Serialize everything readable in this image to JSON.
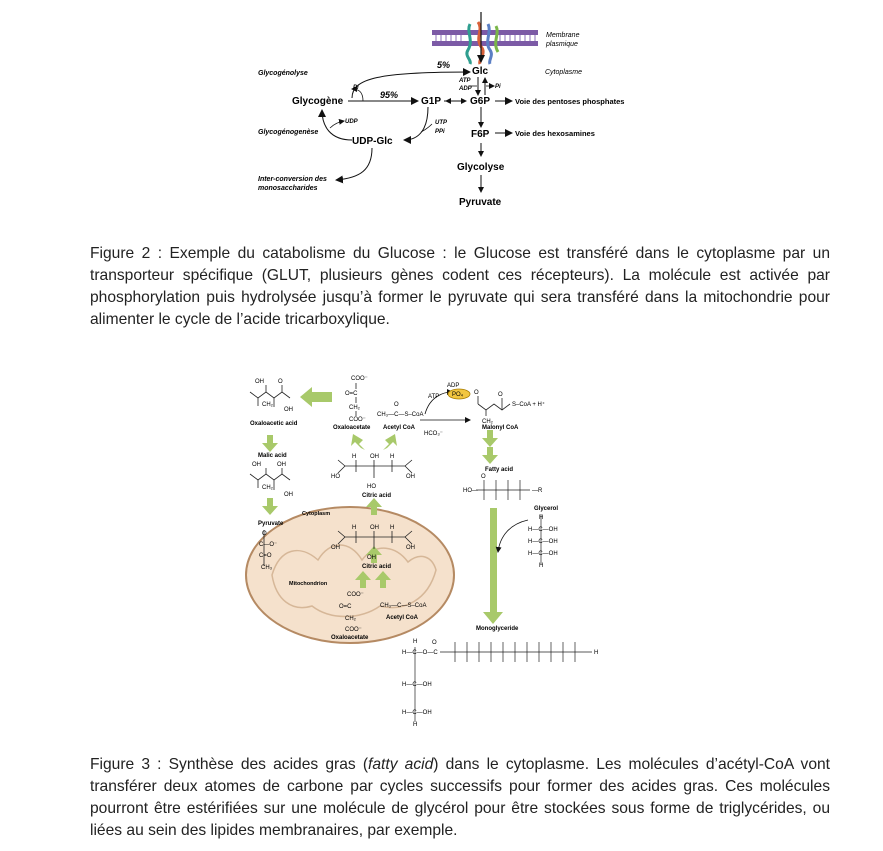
{
  "figure2": {
    "membrane": "Membrane plasmique",
    "membrane_l1": "Membrane",
    "membrane_l2": "plasmique",
    "cytoplasme": "Cytoplasme",
    "glycogenolyse": "Glycogénolyse",
    "glycogenogenese": "Glycogénogenèse",
    "interconv_l1": "Inter-conversion des",
    "interconv_l2": "monosaccharides",
    "pct5": "5%",
    "pct95": "95%",
    "glc": "Glc",
    "glycogene": "Glycogène",
    "g1p": "G1P",
    "g6p": "G6P",
    "f6p": "F6P",
    "udpglc": "UDP-Glc",
    "glycolyse": "Glycolyse",
    "pyruvate": "Pyruvate",
    "atp": "ATP",
    "adp": "ADP",
    "pi": "Pi",
    "udp": "UDP",
    "utp": "UTP",
    "ppi": "PPi",
    "pentoses": "Voie des pentoses phosphates",
    "hexosamines": "Voie des hexosamines"
  },
  "caption2": "Figure 2 : Exemple du catabolisme du Glucose : le Glucose est transféré dans le cytoplasme par un transporteur spécifique (GLUT, plusieurs gènes codent ces récepteurs). La molécule est activée par phosphorylation puis hydrolysée jusqu’à former le pyruvate qui sera transféré dans la mitochondrie pour alimenter le cycle de l’acide tricarboxylique.",
  "figure3": {
    "oxaloacetic_acid": "Oxaloacetic acid",
    "oxaloacetate": "Oxaloacetate",
    "acetyl_coa": "Acetyl CoA",
    "malonyl_coa": "Malonyl CoA",
    "malic_acid": "Malic acid",
    "citric_acid": "Citric acid",
    "pyruvate": "Pyruvate",
    "cytoplasm": "Cytoplasm",
    "mitochondrion": "Mitochondrion",
    "fatty_acid": "Fatty acid",
    "glycerol": "Glycerol",
    "monoglyceride": "Monoglyceride",
    "atp": "ATP",
    "adp": "ADP",
    "po4": "PO₄",
    "hco3": "HCO₃⁻",
    "scoa_h": "S–CoA + H⁺",
    "coo": "COO⁻",
    "ch2": "CH₂",
    "ch3scoa": "CH₃—C—S–CoA",
    "oh": "OH",
    "ho": "HO"
  },
  "caption3_pre": "Figure 3 : Synthèse des acides gras (",
  "caption3_em": "fatty acid",
  "caption3_post": ") dans le cytoplasme. Les molécules d’acétyl-CoA vont transférer deux atomes de carbone par cycles successifs pour former des acides gras. Ces molécules pourront être estérifiées sur une molécule de glycérol pour être stockées sous forme de triglycérides, ou liées au sein des lipides membranaires, par exemple.",
  "colors": {
    "arrow_green": "#a8c96a",
    "mito_fill": "#f5e1cc",
    "mito_stroke": "#b58a63",
    "po4_fill": "#f2c640"
  }
}
